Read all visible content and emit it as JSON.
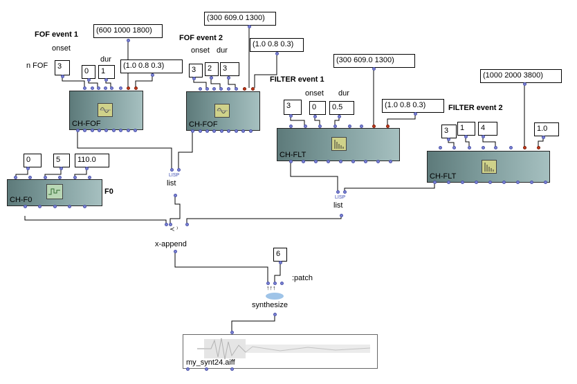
{
  "labels": {
    "fof_event1": "FOF event 1",
    "fof_event2": "FOF event 2",
    "filter_event1": "FILTER event 1",
    "filter_event2": "FILTER event 2",
    "onset1": "onset",
    "dur1": "dur",
    "nfof": "n FOF",
    "onset2": "onset",
    "dur2": "dur",
    "onset3": "onset",
    "dur3": "dur",
    "f0": "F0",
    "patch": ":patch"
  },
  "boxes": {
    "fof1_freqs": "(600 1000 1800)",
    "fof1_nfof": "3",
    "fof1_onset": "0",
    "fof1_dur": "1",
    "fof1_amps": "(1.0 0.8 0.3)",
    "fof2_freqs": "(300 609.0 1300)",
    "fof2_amps": "(1.0 0.8 0.3)",
    "fof2_a": "3",
    "fof2_b": "2",
    "fof2_c": "3",
    "flt1_freqs": "(300 609.0 1300)",
    "flt1_a": "3",
    "flt1_onset": "0",
    "flt1_dur": "0.5",
    "flt1_amps": "(1.0 0.8 0.3)",
    "flt2_freqs": "(1000 2000 3800)",
    "flt2_a": "3",
    "flt2_b": "1",
    "flt2_c": "4",
    "flt2_d": "1.0",
    "f0_a": "0",
    "f0_b": "5",
    "f0_c": "110.0",
    "patch_val": "6"
  },
  "modules": {
    "fof1": "CH-FOF",
    "fof2": "CH-FOF",
    "flt1": "CH-FLT",
    "flt2": "CH-FLT",
    "f0": "CH-F0"
  },
  "objects": {
    "list1": "list",
    "list2": "list",
    "lisp": "LISP",
    "xappend": "x-append",
    "synthesize": "synthesize",
    "sound_file": "my_synt24.aiff"
  }
}
